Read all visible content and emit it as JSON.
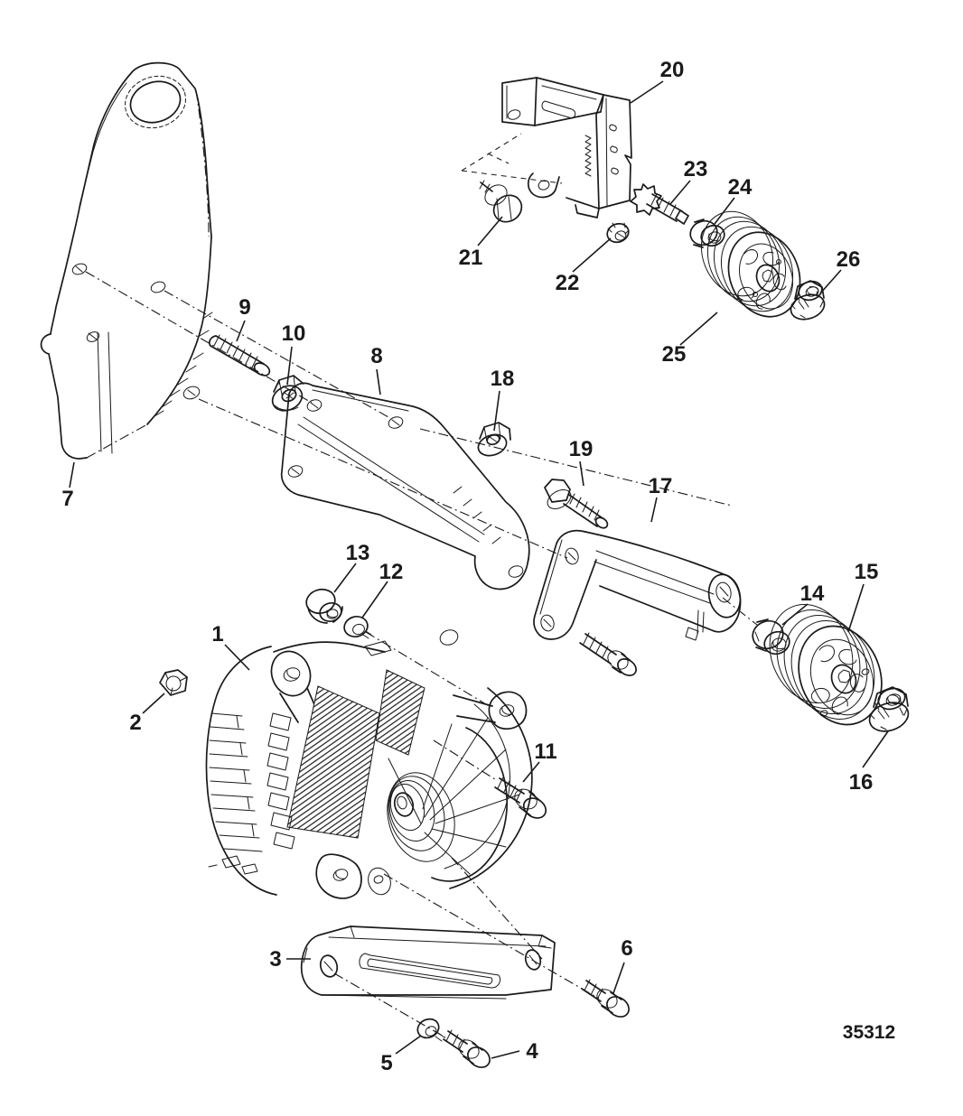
{
  "figure": {
    "number": "35312"
  },
  "callouts": {
    "c1": "1",
    "c2": "2",
    "c3": "3",
    "c4": "4",
    "c5": "5",
    "c6": "6",
    "c7": "7",
    "c8": "8",
    "c9": "9",
    "c10": "10",
    "c11": "11",
    "c12": "12",
    "c13": "13",
    "c14": "14",
    "c15": "15",
    "c16": "16",
    "c17": "17",
    "c18": "18",
    "c19": "19",
    "c20": "20",
    "c21": "21",
    "c22": "22",
    "c23": "23",
    "c24": "24",
    "c25": "25",
    "c26": "26"
  }
}
